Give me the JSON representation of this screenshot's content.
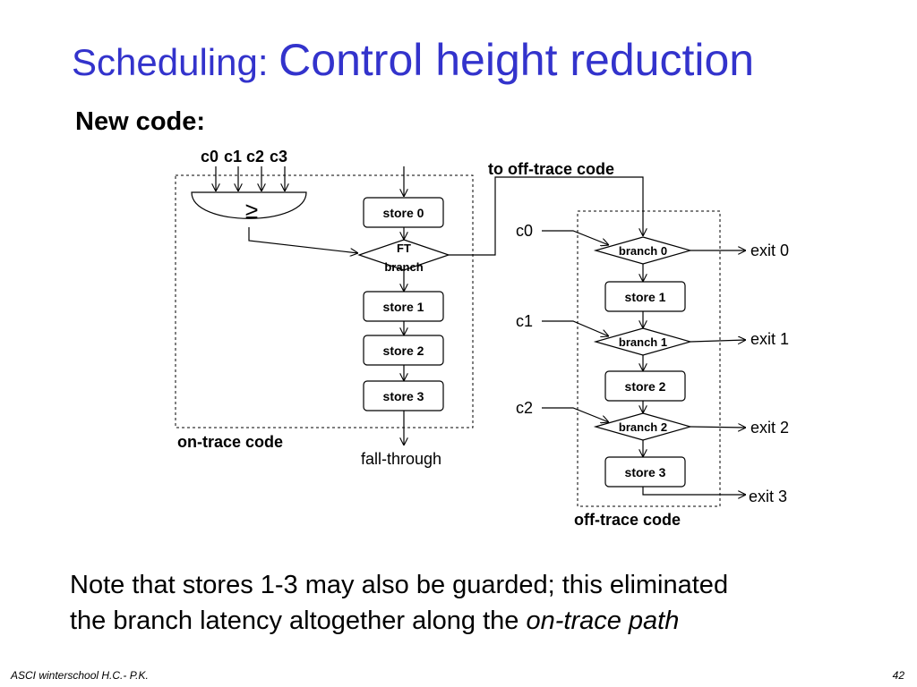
{
  "slide": {
    "title_part1": "Scheduling: ",
    "title_part2": "Control height reduction",
    "subheading": "New code:",
    "note_line1": "Note that stores 1-3 may also be guarded; this eliminated",
    "note_line2_prefix": "the branch latency altogether along the ",
    "note_line2_emph": "on-trace path",
    "footer_left": "ASCI winterschool  H.C.- P.K.",
    "page_number": "42"
  },
  "diagram": {
    "compare_inputs": [
      "c0",
      "c1",
      "c2",
      "c3"
    ],
    "compare_symbol": "≥",
    "on_trace": {
      "store0": "store 0",
      "ft_branch_line1": "FT",
      "ft_branch_line2": "branch",
      "store1": "store 1",
      "store2": "store 2",
      "store3": "store 3",
      "region_label": "on-trace code",
      "fall_through": "fall-through"
    },
    "to_off_trace_label": "to off-trace code",
    "off_trace": {
      "cond0": "c0",
      "cond1": "c1",
      "cond2": "c2",
      "branch0": "branch 0",
      "branch1": "branch 1",
      "branch2": "branch 2",
      "store1": "store 1",
      "store2": "store 2",
      "store3": "store 3",
      "exit0": "exit 0",
      "exit1": "exit 1",
      "exit2": "exit 2",
      "exit3": "exit 3",
      "region_label": "off-trace code"
    }
  }
}
